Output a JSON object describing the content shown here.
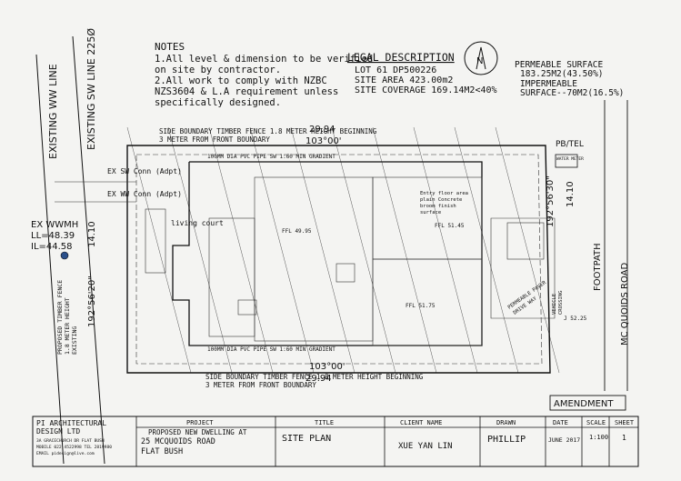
{
  "notes": {
    "heading": "NOTES",
    "lines": [
      "1.All level & dimension to be verified",
      "on site by contractor.",
      "2.All work to comply with NZBC",
      "NZS3604 & L.A requirement unless",
      "specifically designed."
    ]
  },
  "legal": {
    "heading": "LEGAL DESCRIPTION",
    "lines": [
      "LOT 61  DP500226",
      "SITE AREA   423.00m2",
      "SITE COVERAGE 169.14M2<40%"
    ]
  },
  "permeable": {
    "lines": [
      "PERMEABLE SURFACE",
      "183.25M2(43.50%)",
      "IMPERMEABLE",
      "SURFACE--70M2(16.5%)"
    ]
  },
  "north_label": "N",
  "roads": {
    "ww_line": "EXISTING WW LINE",
    "sw_line": "EXISTING SW LINE 225Ø",
    "footpath": "FOOTPATH",
    "road": "MC QUOIDS ROAD"
  },
  "boundaries": {
    "top_fence": [
      "SIDE BOUNDARY TIMBER FENCE 1.8 METER HEIGHT BEGINNING",
      "3 METER FROM FRONT BOUNDARY"
    ],
    "top_bearing_dist": "29.94",
    "top_bearing": "103°00'",
    "bottom_fence": [
      "SIDE BOUNDARY TIMBER FENCE 1.8 METER HEIGHT BEGINNING",
      "3 METER FROM FRONT BOUNDARY"
    ],
    "bottom_bearing": "103°00'",
    "bottom_dist": "29.94",
    "left_bearing": "192°56'20\"",
    "left_dist": "14.10",
    "right_bearing": "192°56'30\"",
    "right_dist": "14.10",
    "rear_fence": [
      "PROPOSED TIMBER FENCE",
      "1.8 METER HEIGHT",
      "EXISTING"
    ]
  },
  "services": {
    "sw_conn": "EX SW Conn (Adpt)",
    "ww_conn": "EX WW Conn (Adpt)",
    "wwmh": [
      "EX WWMH",
      "LL=48.39",
      "IL=44.58"
    ],
    "pipe_top": "100MM DIA PVC PIPE SW 1:60 MIN GRADIENT",
    "pipe_bottom": "100MM DIA PVC PIPE SW 1:60 MIN GRADIENT",
    "water_meter": "WATER METER",
    "pb_tel": "PB/TEL"
  },
  "plan_labels": {
    "living_court": "living court",
    "ffl_left": "FFL 49.95",
    "ffl_mid": "FFL 51.45",
    "ffl_garage": "FFL 51.75",
    "entry_note": [
      "Entry floor area",
      "plain Concrete",
      "broom finish",
      "surface"
    ],
    "paver": [
      "PERMEABLE PAVER",
      "DRIVE WAY"
    ],
    "vehicle": [
      "VEHICLE",
      "CROSSING"
    ],
    "j_level": "J 52.25"
  },
  "amendment": "AMENDMENT",
  "title_block": {
    "company": [
      "PI ARCHITECTURAL",
      "DESIGN LTD",
      "3A GRACECHURCH DR FLAT BUSH",
      "MOBILE 022 4522998  TEL 2819980",
      "EMAIL pidesign@live.com"
    ],
    "project_header": "PROJECT",
    "project": [
      "PROPOSED NEW DWELLING AT",
      "25 MCQUOIDS ROAD",
      "FLAT BUSH"
    ],
    "title_header": "TITLE",
    "title": "SITE PLAN",
    "client_header": "CLIENT NAME",
    "client": "XUE YAN LIN",
    "drawn_header": "DRAWN",
    "drawn": "PHILLIP",
    "date_header": "DATE",
    "date": "JUNE 2017",
    "scale_header": "SCALE",
    "scale": "1:100",
    "sheet_header": "SHEET",
    "sheet": "1"
  }
}
